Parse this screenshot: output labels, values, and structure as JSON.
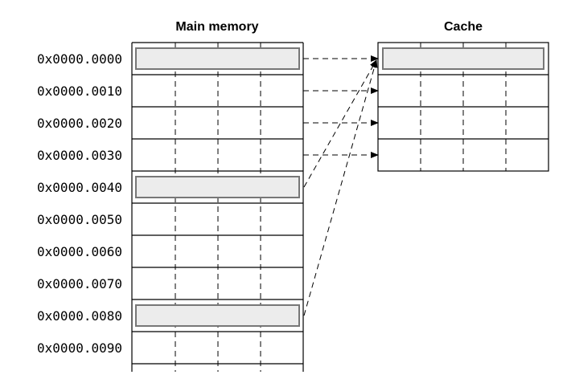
{
  "titles": {
    "main_memory": "Main memory",
    "cache": "Cache"
  },
  "addresses": [
    "0x0000.0000",
    "0x0000.0010",
    "0x0000.0020",
    "0x0000.0030",
    "0x0000.0040",
    "0x0000.0050",
    "0x0000.0060",
    "0x0000.0070",
    "0x0000.0080",
    "0x0000.0090"
  ],
  "highlighted_memory_rows": [
    0,
    4,
    8
  ],
  "highlighted_cache_rows": [
    0
  ],
  "cache_lines": 4,
  "words_per_line": 4,
  "mappings": [
    {
      "from_row": 0,
      "to_line": 0,
      "style": "horizontal"
    },
    {
      "from_row": 1,
      "to_line": 1,
      "style": "horizontal"
    },
    {
      "from_row": 2,
      "to_line": 2,
      "style": "horizontal"
    },
    {
      "from_row": 3,
      "to_line": 3,
      "style": "horizontal"
    },
    {
      "from_row": 4,
      "to_line": 0,
      "style": "diagonal"
    },
    {
      "from_row": 8,
      "to_line": 0,
      "style": "diagonal"
    }
  ],
  "colors": {
    "highlight_fill": "#ececec",
    "highlight_stroke": "#777777",
    "line": "#000000"
  }
}
